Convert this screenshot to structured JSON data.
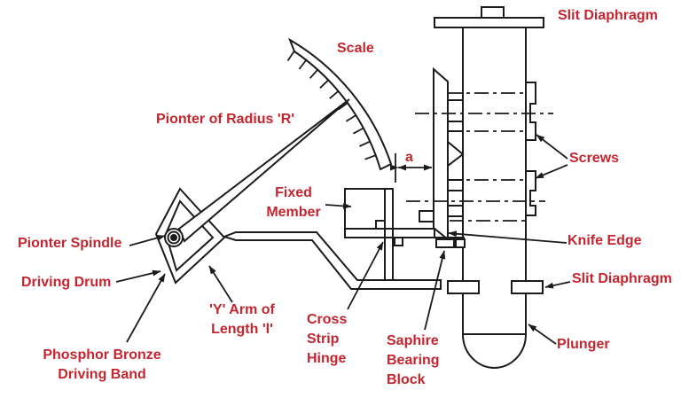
{
  "labels": {
    "slit_diaphragm_top": "Slit Diaphragm",
    "scale": "Scale",
    "pointer_of_radius": "Pionter of Radius 'R'",
    "dimension_a": "a",
    "screws": "Screws",
    "fixed_member": "Fixed\nMember",
    "pionter_spindle": "Pionter Spindle",
    "knife_edge": "Knife Edge",
    "driving_drum": "Driving Drum",
    "slit_diaphragm_right": "Slit Diaphragm",
    "y_arm": "'Y' Arm of\nLength 'l'",
    "cross_strip_hinge": "Cross\nStrip\nHinge",
    "saphire_bearing_block": "Saphire\nBearing\nBlock",
    "plunger": "Plunger",
    "phosphor_bronze": "Phosphor Bronze\nDriving Band"
  },
  "colors": {
    "label_red": "#C4252F",
    "line": "#1B1B1B",
    "bg": "#FFFFFF"
  }
}
